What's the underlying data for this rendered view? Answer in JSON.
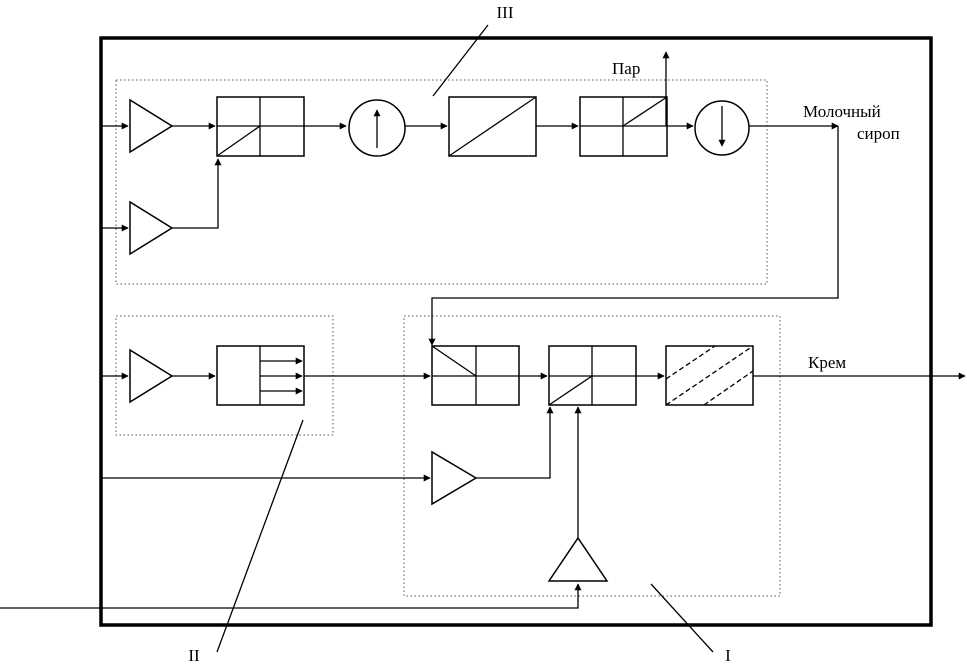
{
  "labels": {
    "section_3": "III",
    "section_2": "II",
    "section_1": "I",
    "steam": "Пар",
    "milk_syrup_line1": "Молочный",
    "milk_syrup_line2": "сироп",
    "cream": "Крем"
  }
}
